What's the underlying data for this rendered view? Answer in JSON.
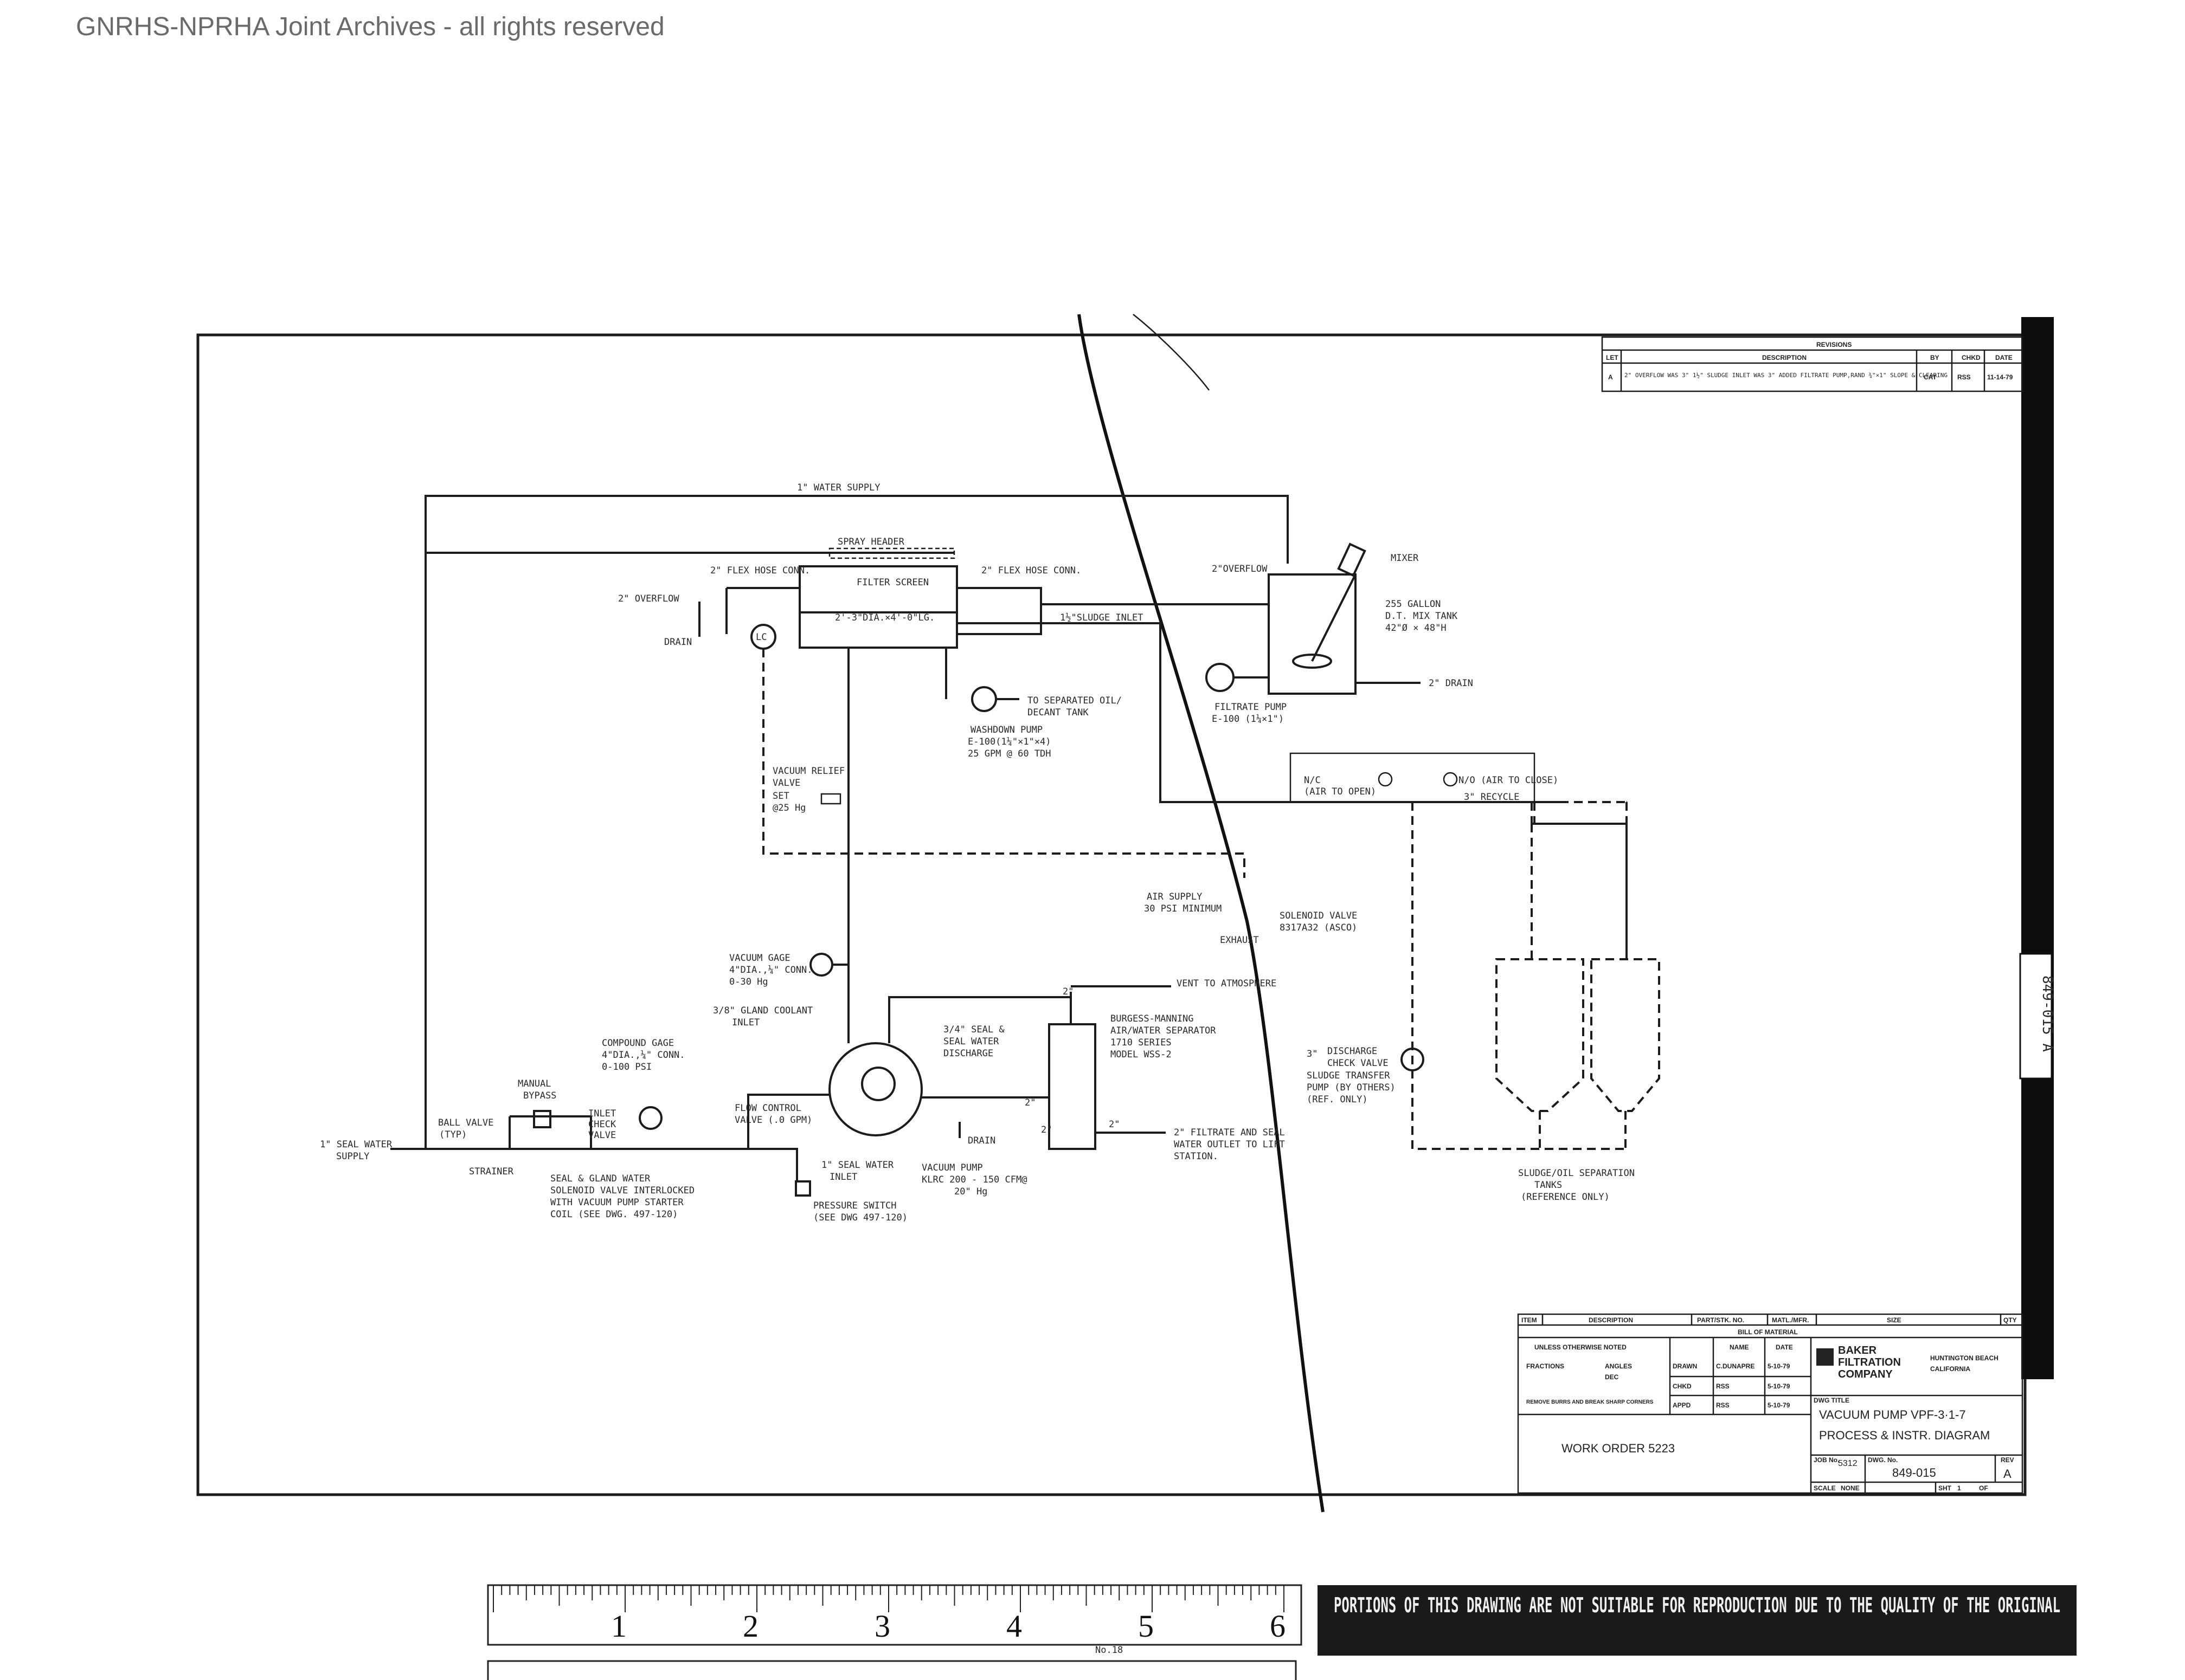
{
  "header": {
    "archive_notice": "GNRHS-NPRHA Joint Archives - all rights reserved"
  },
  "revisions": {
    "title": "REVISIONS",
    "columns": [
      "LET",
      "DESCRIPTION",
      "BY",
      "CHKD",
      "DATE"
    ],
    "rows": [
      {
        "let": "A",
        "description": "2\" OVERFLOW WAS 3\" 1½\" SLUDGE INLET WAS 3\" ADDED FILTRATE PUMP,RAND ¾\"×1\" SLOPE & CLEARING",
        "by": "CAT",
        "chkd": "RSS",
        "date": "11-14-79"
      }
    ]
  },
  "labels": {
    "water_supply": "1\" WATER SUPPLY",
    "spray_header": "SPRAY HEADER",
    "flex_hose_left": "2\" FLEX HOSE CONN.",
    "flex_hose_right": "2\" FLEX HOSE CONN.",
    "overflow_left": "2\" OVERFLOW",
    "drain_left": "DRAIN",
    "lc": "LC",
    "filter_screen": "FILTER SCREEN",
    "filter_size": "2'-3\"DIA.×4'-0\"LG.",
    "sludge_inlet": "1½\"SLUDGE INLET",
    "overflow_right": "2\"OVERFLOW",
    "mixer": "MIXER",
    "tank1": "255 GALLON",
    "tank2": "D.T. MIX TANK",
    "tank3": "42\"Ø × 48\"H",
    "drain_right": "2\" DRAIN",
    "filtrate_pump1": "FILTRATE PUMP",
    "filtrate_pump2": "E-100 (1¼×1\")",
    "to_separated1": "TO SEPARATED OIL/",
    "to_separated2": "DECANT TANK",
    "washdown1": "WASHDOWN PUMP",
    "washdown2": "E-100(1¼\"×1\"×4)",
    "washdown3": "25 GPM @ 60 TDH",
    "vrv1": "VACUUM RELIEF",
    "vrv2": "VALVE",
    "vrv3": "SET",
    "vrv4": "@25 Hg",
    "no_open1": "N/C",
    "no_open2": "(AIR TO OPEN)",
    "no_close": "N/O (AIR TO CLOSE)",
    "recycle": "3\" RECYCLE",
    "air_supply1": "AIR SUPPLY",
    "air_supply2": "30 PSI MINIMUM",
    "solenoid1": "SOLENOID VALVE",
    "solenoid2": "8317A32 (ASCO)",
    "exhaust": "EXHAUST",
    "vac_gage1": "VACUUM GAGE",
    "vac_gage2": "4\"DIA.,¼\" CONN.",
    "vac_gage3": "0-30 Hg",
    "vent": "VENT TO ATMOSPHERE",
    "compound1": "COMPOUND GAGE",
    "compound2": "4\"DIA.,¼\" CONN.",
    "compound3": "0-100 PSI",
    "gland1": "3/8\" GLAND COOLANT",
    "gland2": "INLET",
    "seal_disch1": "3/4\" SEAL &",
    "seal_disch2": "SEAL WATER",
    "seal_disch3": "DISCHARGE",
    "burgess1": "BURGESS-MANNING",
    "burgess2": "AIR/WATER SEPARATOR",
    "burgess3": "1710 SERIES",
    "burgess4": "MODEL WSS-2",
    "disch_check1": "DISCHARGE",
    "disch_check2": "CHECK VALVE",
    "sludge_pump1": "SLUDGE TRANSFER",
    "sludge_pump2": "PUMP (BY OTHERS)",
    "sludge_pump3": "(REF. ONLY)",
    "manual1": "MANUAL",
    "manual2": "BYPASS",
    "ball_valve1": "BALL VALVE",
    "ball_valve2": "(TYP)",
    "inlet_check1": "INLET",
    "inlet_check2": "CHECK",
    "inlet_check3": "VALVE",
    "flow_ctrl1": "FLOW CONTROL",
    "flow_ctrl2": "VALVE (.0 GPM)",
    "seal_supply1": "1\" SEAL WATER",
    "seal_supply2": "SUPPLY",
    "strainer": "STRAINER",
    "seal_gland1": "SEAL & GLAND WATER",
    "seal_gland2": "SOLENOID VALVE INTERLOCKED",
    "seal_gland3": "WITH VACUUM PUMP STARTER",
    "seal_gland4": "COIL (SEE DWG. 497-120)",
    "seal_inlet1": "1\" SEAL WATER",
    "seal_inlet2": "INLET",
    "pressure_sw1": "PRESSURE SWITCH",
    "pressure_sw2": "(SEE DWG 497-120)",
    "vac_pump1": "VACUUM PUMP",
    "vac_pump2": "KLRC 200 - 150 CFM@",
    "vac_pump3": "20\" Hg",
    "drain_mid": "DRAIN",
    "filtrate_out1": "2\" FILTRATE AND SEAL",
    "filtrate_out2": "WATER OUTLET TO LIFT",
    "filtrate_out3": "STATION.",
    "sep_tanks1": "SLUDGE/OIL SEPARATION",
    "sep_tanks2": "TANKS",
    "sep_tanks3": "(REFERENCE ONLY)",
    "dim2a": "2\"",
    "dim2b": "2\"",
    "dim2c": "2\"",
    "dim2d": "2\"",
    "dim3": "3\""
  },
  "bill_of_material": {
    "title": "BILL OF MATERIAL",
    "columns": [
      "ITEM",
      "DESCRIPTION",
      "PART/STK. NO.",
      "MATL./MFR.",
      "SIZE",
      "QTY"
    ]
  },
  "title_block": {
    "notes_title": "UNLESS OTHERWISE NOTED",
    "fractions": "FRACTIONS",
    "angles": "ANGLES",
    "dec": "DEC",
    "remove_burrs": "REMOVE BURRS AND BREAK SHARP CORNERS",
    "name_col": "NAME",
    "date_col": "DATE",
    "drawn_lbl": "DRAWN",
    "drawn_by": "C.DUNAPRE",
    "drawn_date": "5-10-79",
    "chkd_lbl": "CHKD",
    "chkd_by": "RSS",
    "chkd_date": "5-10-79",
    "appd_lbl": "APPD",
    "appd_by": "RSS",
    "appd_date": "5-10-79",
    "company1": "BAKER",
    "company2": "FILTRATION",
    "company3": "COMPANY",
    "location1": "HUNTINGTON BEACH",
    "location2": "CALIFORNIA",
    "dwg_title_lbl": "DWG TITLE",
    "dwg_title1": "VACUUM PUMP VPF-3·1-7",
    "dwg_title2": "PROCESS & INSTR. DIAGRAM",
    "work_order": "WORK ORDER 5223",
    "job_lbl": "JOB No.",
    "job_no": "5312",
    "dwg_lbl": "DWG. No.",
    "dwg_no": "849-015",
    "rev_lbl": "REV",
    "rev": "A",
    "scale_lbl": "SCALE",
    "scale": "NONE",
    "sht_lbl": "SHT",
    "sht": "1",
    "of_lbl": "OF",
    "side_stamp": "849-015 A"
  },
  "ruler": {
    "numbers": [
      "1",
      "2",
      "3",
      "4",
      "5",
      "6"
    ],
    "caption": "No.18"
  },
  "stamp_text": "PORTIONS OF THIS DRAWING ARE NOT SUITABLE FOR REPRODUCTION DUE TO THE QUALITY OF THE ORIGINAL"
}
